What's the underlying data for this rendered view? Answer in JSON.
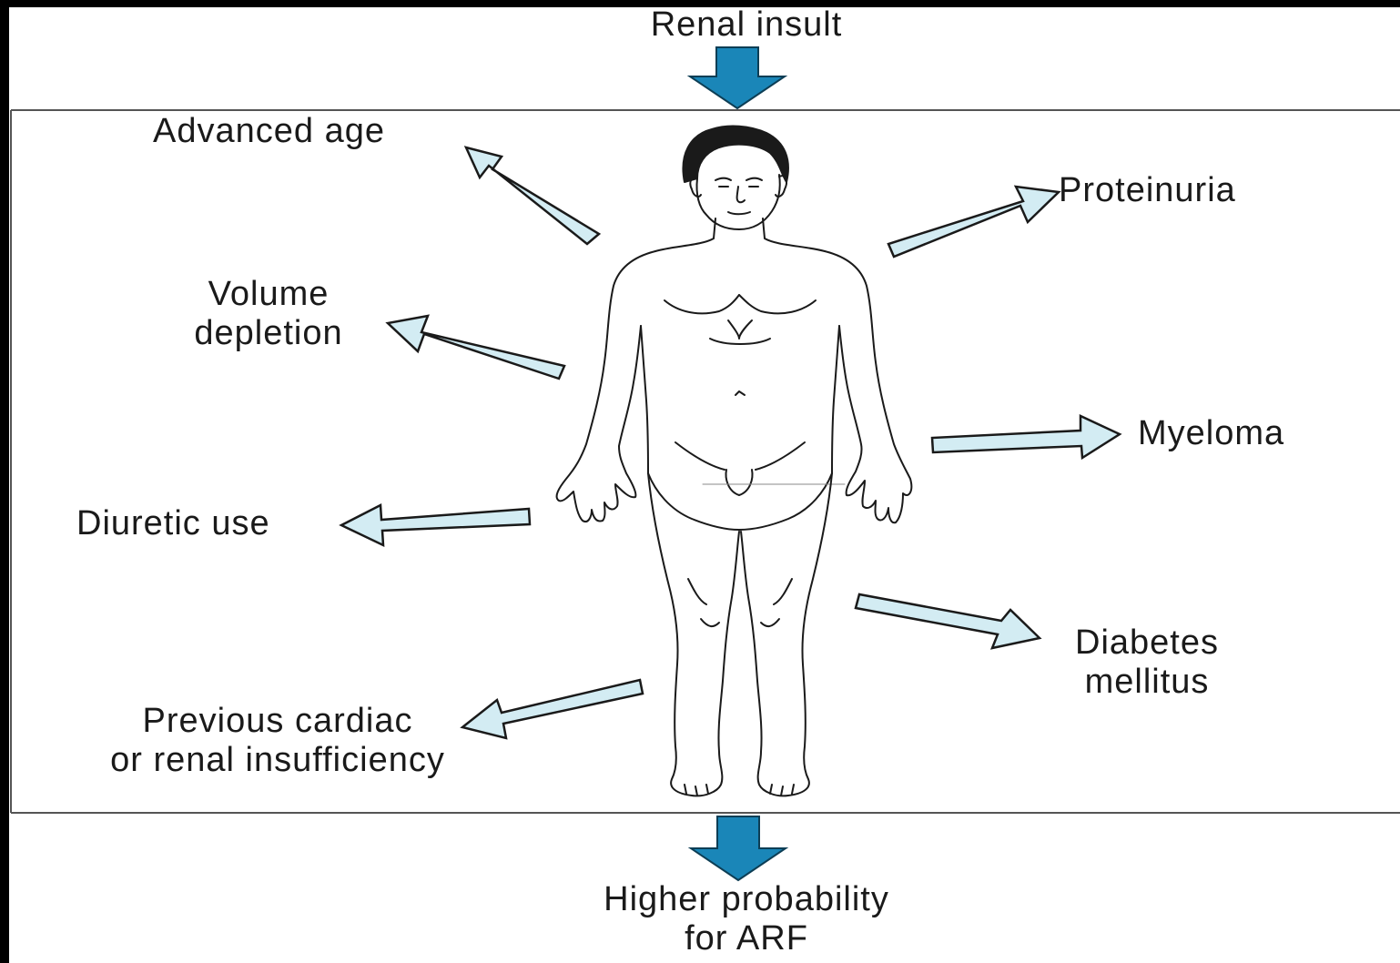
{
  "diagram": {
    "top_label": "Renal insult",
    "bottom_label_lines": [
      "Higher probability",
      "for ARF"
    ],
    "factors_left": [
      {
        "lines": [
          "Advanced age"
        ]
      },
      {
        "lines": [
          "Volume",
          "depletion"
        ]
      },
      {
        "lines": [
          "Diuretic use"
        ]
      },
      {
        "lines": [
          "Previous cardiac",
          "or renal insufficiency"
        ]
      }
    ],
    "factors_right": [
      {
        "lines": [
          "Proteinuria"
        ]
      },
      {
        "lines": [
          "Myeloma"
        ]
      },
      {
        "lines": [
          "Diabetes",
          "mellitus"
        ]
      }
    ],
    "colors": {
      "flow_arrow": "#1a86b8",
      "factor_arrow_fill": "#d3ecf3",
      "outline": "#1a1a1a",
      "panel_bg": "#ffffff",
      "frame_bg": "#000000"
    },
    "icons": {
      "figure": "human-body-outline-icon",
      "flow_arrow": "down-arrow-icon",
      "factor_arrow": "outward-arrow-icon"
    }
  }
}
